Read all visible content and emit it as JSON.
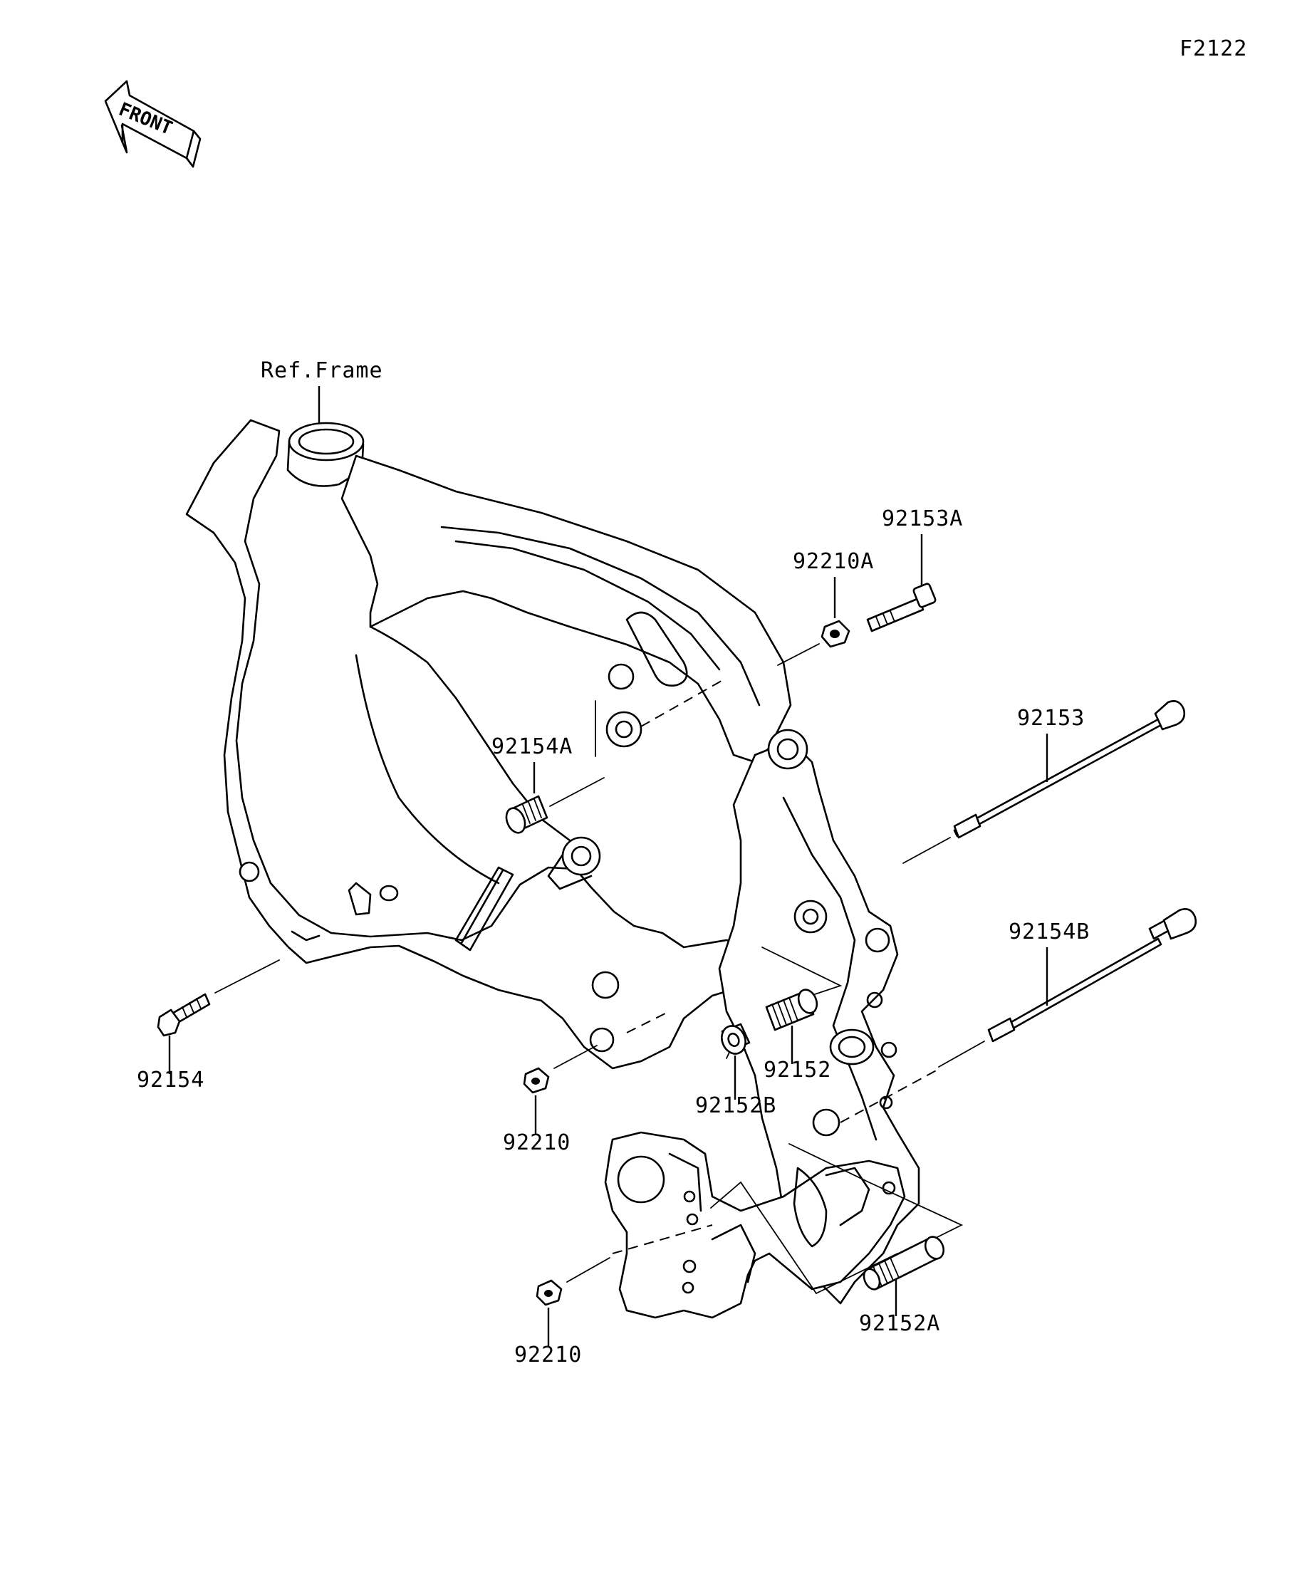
{
  "figure_code": "F2122",
  "front_arrow": {
    "text": "FRONT",
    "icon": "front-direction-arrow-icon"
  },
  "reference": {
    "frame": "Ref.Frame"
  },
  "parts": [
    {
      "id": "p1",
      "label": "92153A"
    },
    {
      "id": "p2",
      "label": "92210A"
    },
    {
      "id": "p3",
      "label": "92153"
    },
    {
      "id": "p4",
      "label": "92154A"
    },
    {
      "id": "p5",
      "label": "92154B"
    },
    {
      "id": "p6",
      "label": "92154"
    },
    {
      "id": "p7",
      "label": "92152"
    },
    {
      "id": "p8",
      "label": "92152B"
    },
    {
      "id": "p9",
      "label": "92210"
    },
    {
      "id": "p10",
      "label": "92210"
    },
    {
      "id": "p11",
      "label": "92152A"
    }
  ]
}
